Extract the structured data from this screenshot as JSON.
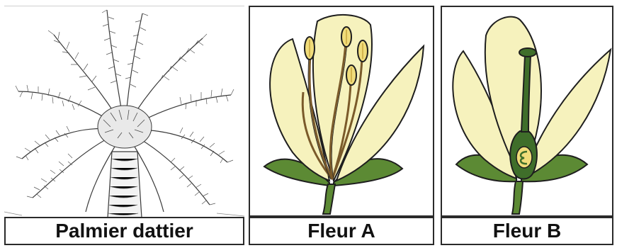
{
  "panels": [
    {
      "label": "Palmier dattier"
    },
    {
      "label": "Fleur A"
    },
    {
      "label": "Fleur B"
    }
  ],
  "colors": {
    "petal": "#f6f2bd",
    "anther": "#f0dc7a",
    "stamen": "#7a5a2a",
    "sepal": "#5c8a34",
    "pistil": "#3f6e2a",
    "outline": "#1e1e1e"
  },
  "icons": [
    "palm-tree-drawing",
    "male-flower-drawing",
    "female-flower-drawing"
  ]
}
